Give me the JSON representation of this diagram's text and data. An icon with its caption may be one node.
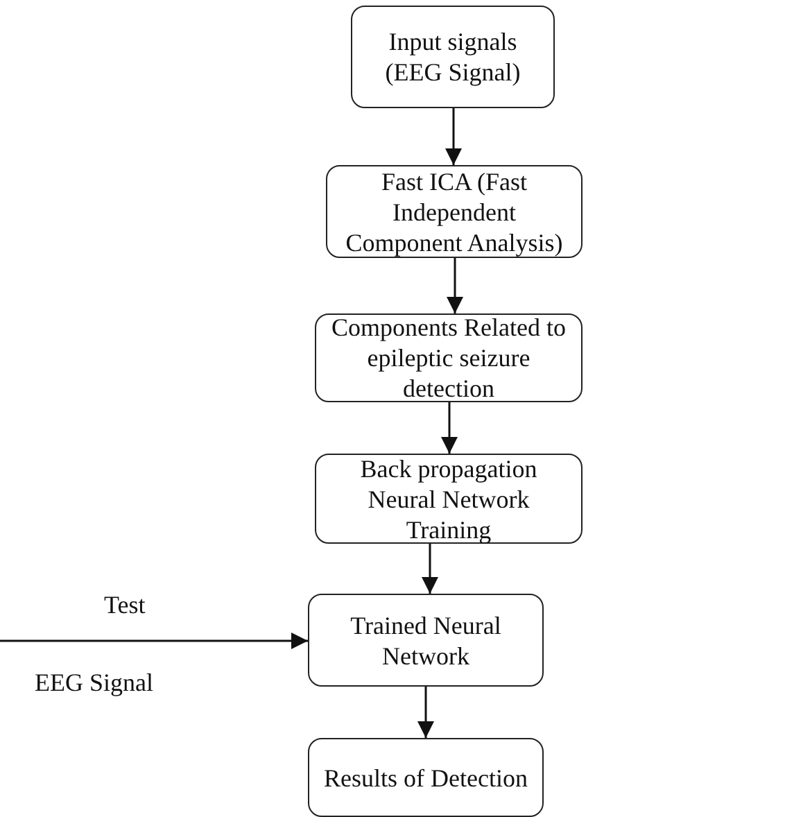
{
  "diagram": {
    "nodes": [
      {
        "text": [
          "Input signals (EEG Signal)"
        ]
      },
      {
        "text": [
          "Fast ICA (Fast Independent Component Analysis)"
        ]
      },
      {
        "text": [
          "Components Related to epileptic seizure detection"
        ]
      },
      {
        "text": [
          "Back propagation Neural Network Training"
        ]
      },
      {
        "text": [
          "Trained Neural Network"
        ]
      },
      {
        "text": [
          "Results of Detection"
        ]
      }
    ],
    "edges": [
      {
        "from": 0,
        "to": 1,
        "arrow": "to"
      },
      {
        "from": 1,
        "to": 2,
        "arrow": "to"
      },
      {
        "from": 2,
        "to": 3,
        "arrow": "to"
      },
      {
        "from": 3,
        "to": 4,
        "arrow": "to"
      },
      {
        "from": 4,
        "to": 5,
        "arrow": "to"
      },
      {
        "from": null,
        "to": 4,
        "arrow": "to"
      }
    ],
    "labels": [
      "Test",
      "EEG Signal"
    ]
  }
}
